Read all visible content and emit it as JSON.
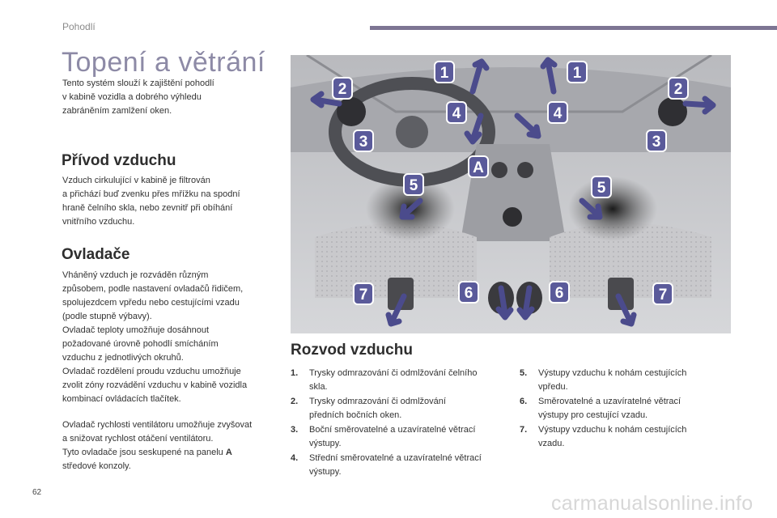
{
  "header": {
    "section": "Pohodlí"
  },
  "title": "Topení a větrání",
  "intro": [
    "Tento systém slouží k zajištění pohodlí",
    "v kabině vozidla a dobrého výhledu",
    "zabráněním zamlžení oken."
  ],
  "supply": {
    "heading": "Přívod vzduchu",
    "lines": [
      "Vzduch cirkulující v kabině je filtrován",
      "a přichází buď zvenku přes mřížku na spodní",
      "hraně čelního skla, nebo zevnitř při obíhání",
      "vnitřního vzduchu."
    ]
  },
  "controls": {
    "heading": "Ovladače",
    "lines": [
      "Vháněný vzduch je rozváděn různým",
      "způsobem, podle nastavení ovladačů řidičem,",
      "spolujezdcem vpředu nebo cestujícími vzadu",
      "(podle stupně výbavy).",
      "Ovladač teploty umožňuje dosáhnout",
      "požadované úrovně pohodlí smícháním",
      "vzduchu z jednotlivých okruhů.",
      "Ovladač rozdělení proudu vzduchu umožňuje",
      "zvolit zóny rozvádění vzduchu v kabině vozidla",
      "kombinací ovládacích tlačítek."
    ],
    "fan_lines": [
      "Ovladač rychlosti ventilátoru umožňuje zvyšovat",
      "a snižovat rychlost otáčení ventilátoru.",
      "Tyto ovladače jsou seskupené na panelu"
    ],
    "panel_letter": "A",
    "last_line": "středové konzoly."
  },
  "distribution": {
    "heading": "Rozvod vzduchu",
    "items": [
      {
        "num": "1.",
        "lines": [
          "Trysky odmrazování či odmlžování čelního",
          "skla."
        ]
      },
      {
        "num": "2.",
        "lines": [
          "Trysky odmrazování či odmlžování",
          "předních bočních oken."
        ]
      },
      {
        "num": "3.",
        "lines": [
          "Boční směrovatelné a uzavíratelné větrací",
          "výstupy."
        ]
      },
      {
        "num": "4.",
        "lines": [
          "Střední směrovatelné a uzavíratelné větrací",
          "výstupy."
        ]
      },
      {
        "num": "5.",
        "lines": [
          "Výstupy vzduchu k nohám cestujících",
          "vpředu."
        ]
      },
      {
        "num": "6.",
        "lines": [
          "Směrovatelné a uzavíratelné větrací",
          "výstupy pro cestující vzadu."
        ]
      },
      {
        "num": "7.",
        "lines": [
          "Výstupy vzduchu k nohám cestujících",
          "vzadu."
        ]
      }
    ]
  },
  "figure": {
    "callouts": [
      {
        "label": "1"
      },
      {
        "label": "1"
      },
      {
        "label": "2"
      },
      {
        "label": "2"
      },
      {
        "label": "3"
      },
      {
        "label": "3"
      },
      {
        "label": "4"
      },
      {
        "label": "4"
      },
      {
        "label": "A"
      },
      {
        "label": "5"
      },
      {
        "label": "5"
      },
      {
        "label": "6"
      },
      {
        "label": "6"
      },
      {
        "label": "7"
      },
      {
        "label": "7"
      }
    ],
    "accent_color": "#5a5a9a"
  },
  "footer": {
    "page_number": "62",
    "watermark": "carmanualsonline.info"
  }
}
